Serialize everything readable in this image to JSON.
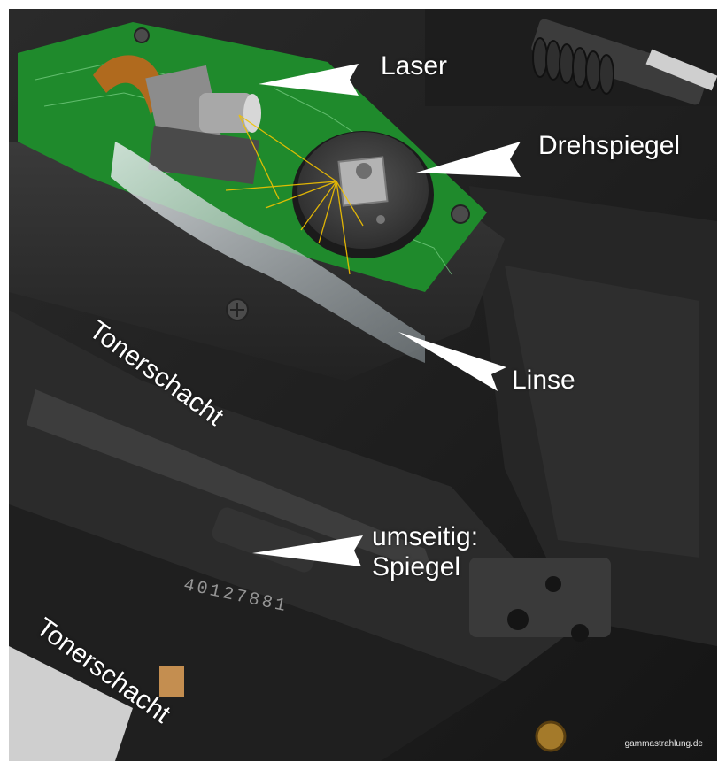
{
  "labels": {
    "laser": "Laser",
    "drehspiegel": "Drehspiegel",
    "linse": "Linse",
    "tonerschacht_upper": "Tonerschacht",
    "tonerschacht_lower": "Tonerschacht",
    "umseitig": "umseitig:\nSpiegel"
  },
  "part_number": "40127881",
  "credit": "gammastrahlung.de",
  "colors": {
    "label_text": "#ffffff",
    "beam": "#f2c200",
    "board": "#1f8a2c"
  }
}
